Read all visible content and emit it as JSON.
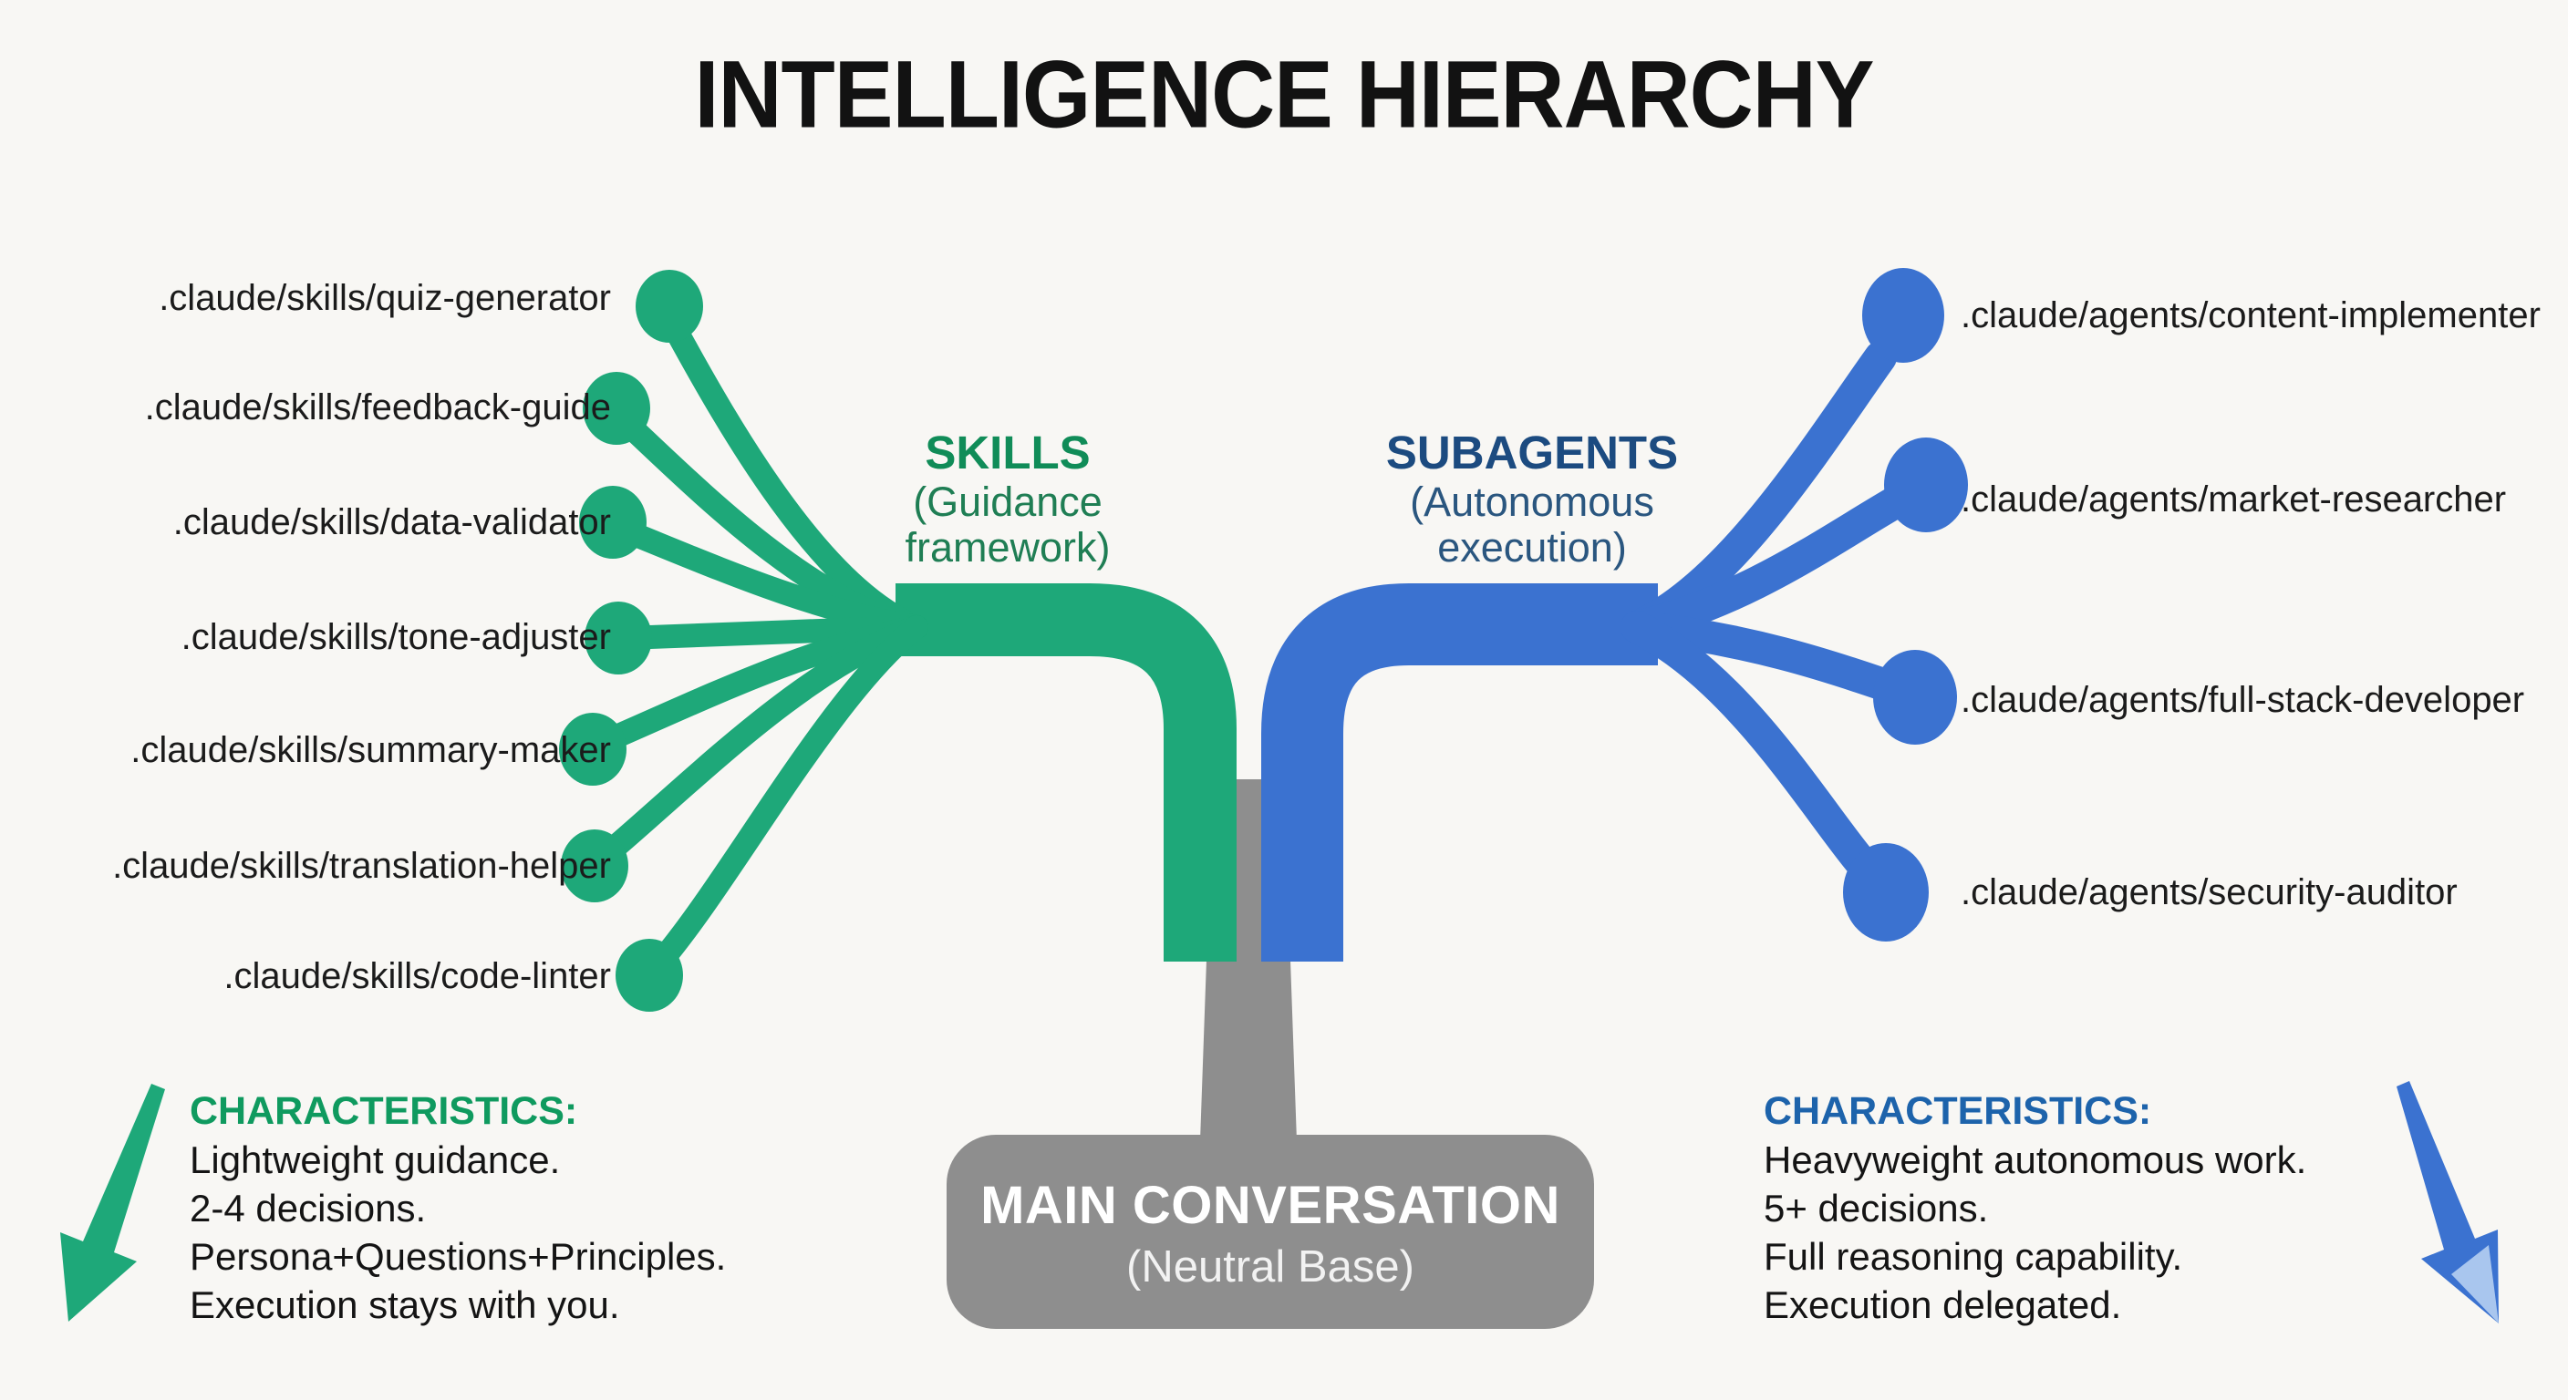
{
  "title": "INTELLIGENCE HIERARCHY",
  "skills": {
    "heading": "SKILLS",
    "subheading_line1": "(Guidance",
    "subheading_line2": "framework)",
    "items": [
      ".claude/skills/quiz-generator",
      ".claude/skills/feedback-guide",
      ".claude/skills/data-validator",
      ".claude/skills/tone-adjuster",
      ".claude/skills/summary-maker",
      ".claude/skills/translation-helper",
      ".claude/skills/code-linter"
    ],
    "characteristics": {
      "heading": "CHARACTERISTICS:",
      "lines": [
        "Lightweight guidance.",
        "2-4 decisions.",
        "Persona+Questions+Principles.",
        "Execution stays with you."
      ]
    }
  },
  "subagents": {
    "heading": "SUBAGENTS",
    "subheading_line1": "(Autonomous",
    "subheading_line2": "execution)",
    "items": [
      ".claude/agents/content-implementer",
      ".claude/agents/market-researcher",
      ".claude/agents/full-stack-developer",
      ".claude/agents/security-auditor"
    ],
    "characteristics": {
      "heading": "CHARACTERISTICS:",
      "lines": [
        "Heavyweight autonomous work.",
        "5+ decisions.",
        "Full reasoning capability.",
        "Execution delegated."
      ]
    }
  },
  "main_node": {
    "title": "MAIN CONVERSATION",
    "subtitle": "(Neutral Base)"
  },
  "colors": {
    "skills_green": "#1ea879",
    "subagents_blue": "#3b72d0",
    "subagents_arrow_tip": "#a9c6ee",
    "trunk_gray": "#8e8e8e",
    "skills_heading_text": "#108c58",
    "subagents_heading_text": "#1c4b80",
    "skills_characteristics_text": "#0f9a5f",
    "subagents_characteristics_text": "#1d63ab",
    "background": "#f8f7f4"
  }
}
